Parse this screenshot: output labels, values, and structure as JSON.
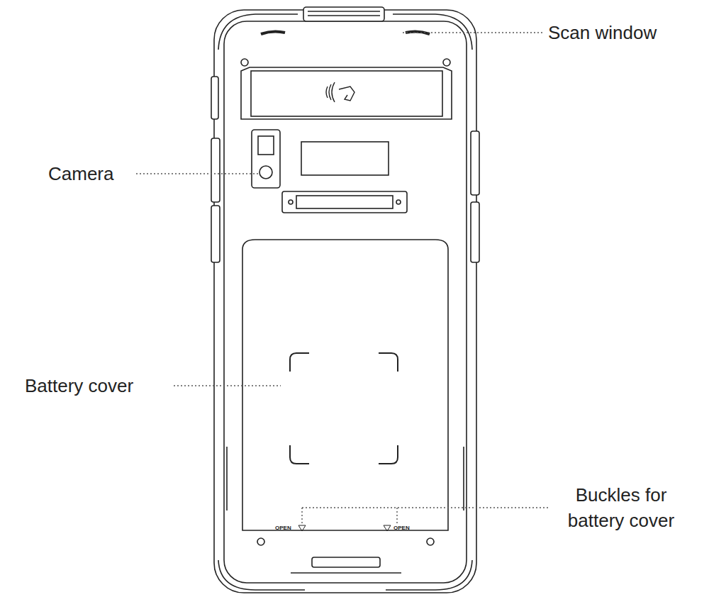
{
  "diagram": {
    "labels": [
      "Scan window",
      "Camera",
      "Battery cover",
      "Buckles for battery cover",
      "OPEN",
      "OPEN"
    ]
  }
}
